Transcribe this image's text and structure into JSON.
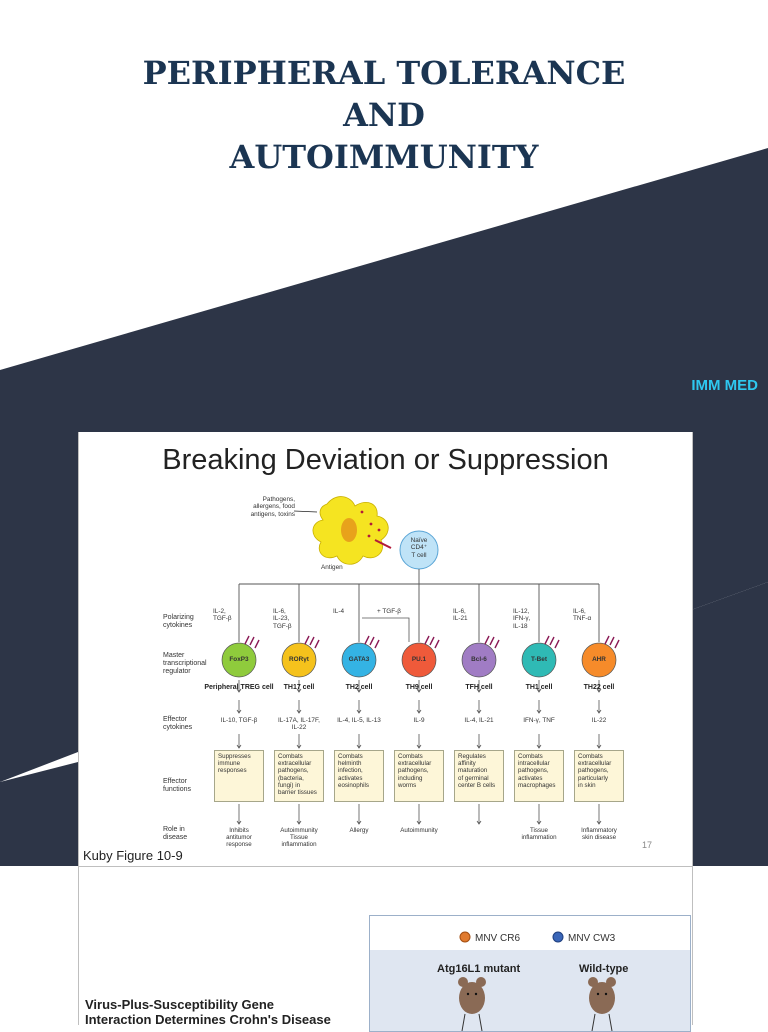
{
  "cover": {
    "title_lines": [
      "PERIPHERAL TOLERANCE",
      "AND",
      "AUTOIMMUNITY"
    ],
    "tag": "IMM MED",
    "colors": {
      "title": "#1b3552",
      "band": "#2d3547",
      "tag": "#2ec8f0"
    }
  },
  "slide1": {
    "title": "Breaking Deviation or Suppression",
    "caption": "Kuby Figure 10-9",
    "page_number": "17",
    "top_labels": {
      "pathogens": [
        "Pathogens,",
        "allergens, food",
        "antigens, toxins"
      ],
      "antigen": "Antigen",
      "naive": [
        "Naïve",
        "CD4⁺",
        "T cell"
      ],
      "tgfb": "+ TGF-β"
    },
    "row_labels": {
      "polarizing": [
        "Polarizing",
        "cytokines"
      ],
      "master": [
        "Master",
        "transcriptional",
        "regulator"
      ],
      "effector_cytokines": [
        "Effector",
        "cytokines"
      ],
      "effector_functions": [
        "Effector",
        "functions"
      ],
      "role": [
        "Role in",
        "disease"
      ]
    },
    "columns": [
      {
        "polarizing": [
          "IL-2,",
          "TGF-β"
        ],
        "regulator": "FoxP3",
        "cell": "Peripheral TREG cell",
        "effector_cytokines": [
          "IL-10, TGF-β"
        ],
        "functions": [
          "Suppresses",
          "immune",
          "responses"
        ],
        "disease": [
          "Inhibits",
          "antitumor",
          "response"
        ],
        "color": "#8fcb3c"
      },
      {
        "polarizing": [
          "IL-6,",
          "IL-23,",
          "TGF-β"
        ],
        "regulator": "RORγt",
        "cell": "TH17 cell",
        "effector_cytokines": [
          "IL-17A, IL-17F,",
          "IL-22"
        ],
        "functions": [
          "Combats",
          "extracellular",
          "pathogens,",
          "(bacteria,",
          "fungi) in",
          "barrier tissues"
        ],
        "disease": [
          "Autoimmunity",
          "Tissue",
          "inflammation"
        ],
        "color": "#f5c21c"
      },
      {
        "polarizing": [
          "IL-4"
        ],
        "regulator": "GATA3",
        "cell": "TH2 cell",
        "effector_cytokines": [
          "IL-4, IL-5, IL-13"
        ],
        "functions": [
          "Combats",
          "helminth",
          "infection,",
          "activates",
          "eosinophils"
        ],
        "disease": [
          "Allergy"
        ],
        "color": "#34b3e4"
      },
      {
        "polarizing": [],
        "regulator": "PU.1",
        "cell": "TH9 cell",
        "effector_cytokines": [
          "IL-9"
        ],
        "functions": [
          "Combats",
          "extracellular",
          "pathogens,",
          "including",
          "worms"
        ],
        "disease": [
          "Autoimmunity"
        ],
        "color": "#ef5a3a"
      },
      {
        "polarizing": [
          "IL-6,",
          "IL-21"
        ],
        "regulator": "Bcl-6",
        "cell": "TFH cell",
        "effector_cytokines": [
          "IL-4, IL-21"
        ],
        "functions": [
          "Regulates",
          "affinity",
          "maturation",
          "of germinal",
          "center B cells"
        ],
        "disease": [],
        "color": "#a07cc4"
      },
      {
        "polarizing": [
          "IL-12,",
          "IFN-γ,",
          "IL-18"
        ],
        "regulator": "T-Bet",
        "cell": "TH1 cell",
        "effector_cytokines": [
          "IFN-γ, TNF"
        ],
        "functions": [
          "Combats",
          "intracellular",
          "pathogens,",
          "activates",
          "macrophages"
        ],
        "disease": [
          "Tissue",
          "inflammation"
        ],
        "color": "#2fbab5"
      },
      {
        "polarizing": [
          "IL-6,",
          "TNF-α"
        ],
        "regulator": "AHR",
        "cell": "TH22 cell",
        "effector_cytokines": [
          "IL-22"
        ],
        "functions": [
          "Combats",
          "extracellular",
          "pathogens,",
          "particularly",
          "in skin"
        ],
        "disease": [
          "Inflammatory",
          "skin disease"
        ],
        "color": "#f68b2a"
      }
    ]
  },
  "slide2": {
    "title_lines": [
      "Virus-Plus-Susceptibility Gene",
      "Interaction Determines Crohn's Disease"
    ],
    "legend": [
      "MNV CR6",
      "MNV CW3"
    ],
    "panels": [
      "Atg16L1 mutant",
      "Wild-type"
    ],
    "colors": {
      "cr6": "#e07a2e",
      "cw3": "#3a66b8",
      "panel": "#dfe6f1"
    }
  }
}
